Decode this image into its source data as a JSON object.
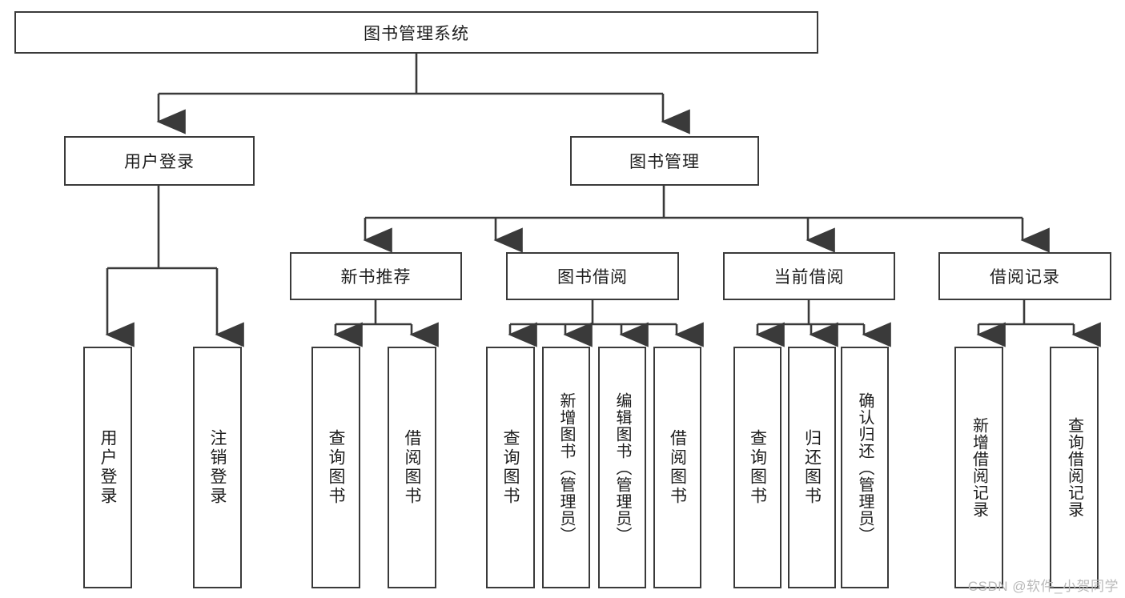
{
  "diagram": {
    "type": "tree",
    "title": "图书管理系统",
    "orientation": "top-down",
    "colors": {
      "box_border": "#3a3a3a",
      "box_fill": "#ffffff",
      "edge": "#3a3a3a",
      "text": "#1d1d1d",
      "watermark": "#b9b9b9"
    },
    "root": {
      "label": "图书管理系统"
    },
    "level2": [
      {
        "id": "user-login",
        "label": "用户登录"
      },
      {
        "id": "book-manage",
        "label": "图书管理"
      }
    ],
    "level3": [
      {
        "id": "new-book-recommend",
        "label": "新书推荐",
        "parent": "book-manage"
      },
      {
        "id": "book-borrow",
        "label": "图书借阅",
        "parent": "book-manage"
      },
      {
        "id": "current-borrow",
        "label": "当前借阅",
        "parent": "book-manage"
      },
      {
        "id": "borrow-record",
        "label": "借阅记录",
        "parent": "book-manage"
      }
    ],
    "leaves": [
      {
        "id": "leaf-user-login",
        "label": "用户登录",
        "parent": "user-login"
      },
      {
        "id": "leaf-user-logout",
        "label": "注销登录",
        "parent": "user-login"
      },
      {
        "id": "leaf-query-book-1",
        "label": "查询图书",
        "parent": "new-book-recommend"
      },
      {
        "id": "leaf-borrow-book-1",
        "label": "借阅图书",
        "parent": "new-book-recommend"
      },
      {
        "id": "leaf-query-book-2",
        "label": "查询图书",
        "parent": "book-borrow"
      },
      {
        "id": "leaf-add-book",
        "label": "新增图书（管理员）",
        "parent": "book-borrow"
      },
      {
        "id": "leaf-edit-book",
        "label": "编辑图书（管理员）",
        "parent": "book-borrow"
      },
      {
        "id": "leaf-borrow-book-2",
        "label": "借阅图书",
        "parent": "book-borrow"
      },
      {
        "id": "leaf-query-book-3",
        "label": "查询图书",
        "parent": "current-borrow"
      },
      {
        "id": "leaf-return-book",
        "label": "归还图书",
        "parent": "current-borrow"
      },
      {
        "id": "leaf-confirm-return",
        "label": "确认归还（管理员）",
        "parent": "current-borrow"
      },
      {
        "id": "leaf-add-record",
        "label": "新增借阅记录",
        "parent": "borrow-record"
      },
      {
        "id": "leaf-query-record",
        "label": "查询借阅记录",
        "parent": "borrow-record"
      }
    ]
  },
  "watermark": {
    "text": "CSDN @软件_小贺同学"
  }
}
